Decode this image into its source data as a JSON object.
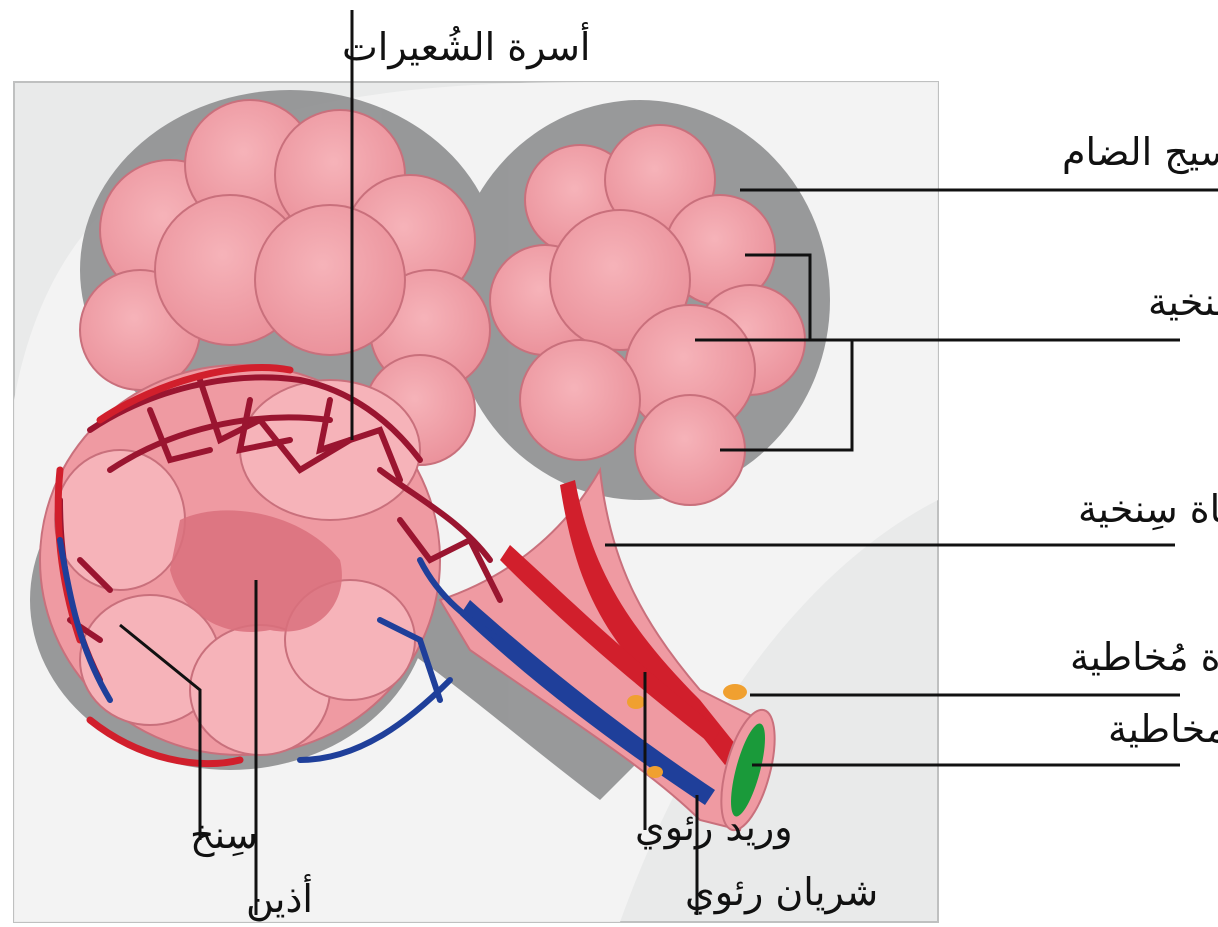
{
  "labels": {
    "capillary_beds": "أسرة الشُعيرات",
    "connective_tissue": "النَسيج الضام",
    "alveolar_sacs": "الأكياس السِنخية",
    "alveolar_duct": "قناة سِنخية",
    "mucous_gland": "غُدة مُخاطية",
    "mucous_lining": "بطانة مخاطية",
    "pulmonary_vein": "وريد رئوي",
    "pulmonary_artery": "شريان رئوي",
    "alveolus": "سِنخ",
    "atrium": "أذين"
  },
  "colors": {
    "background_panel": "#e9eaea",
    "shadow": "#8e8f90",
    "alveolus_pink": "#ef9aa2",
    "alveolus_outline": "#c9707c",
    "artery_red": "#d11f2c",
    "capillary_dark_red": "#9a1530",
    "vein_blue": "#1f3f9a",
    "lining_green": "#1a9a3a",
    "gland_orange": "#f0a030",
    "leader_line": "#111111"
  }
}
